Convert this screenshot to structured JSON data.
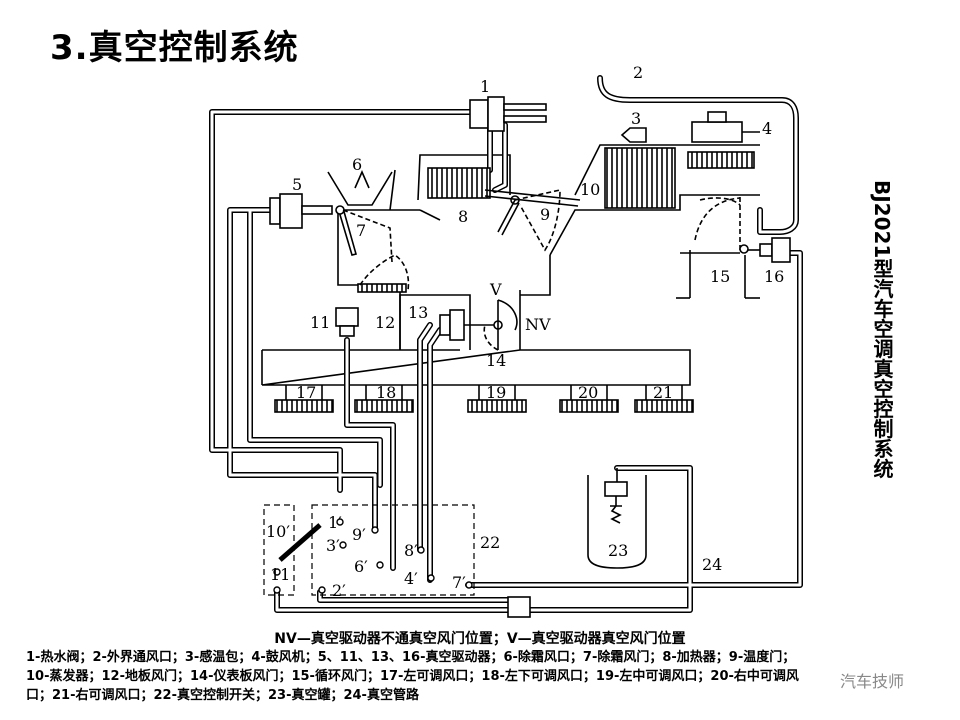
{
  "title": "3.真空控制系统",
  "side_label": "BJ2021型汽车空调真空控制系统",
  "caption_title": "NV—真空驱动器不通真空风门位置；V—真空驱动器真空风门位置",
  "legend_lines": [
    "1-热水阀；2-外界通风口；3-感温包；4-鼓风机；5、11、13、16-真空驱动器；6-除霜风口；7-除霜风门；8-加热器；9-温度门；",
    "10-蒸发器；12-地板风门；14-仪表板风门；15-循环风门；17-左可调风口；18-左下可调风口；19-左中可调风口；20-右中可调风",
    "口；21-右可调风口；22-真空控制开关；23-真空罐；24-真空管路"
  ],
  "watermark": "汽车技师",
  "labels": {
    "n1": "1",
    "n2": "2",
    "n3": "3",
    "n4": "4",
    "n5": "5",
    "n6": "6",
    "n7": "7",
    "n8": "8",
    "n9": "9",
    "n10": "10",
    "n11": "11",
    "n12": "12",
    "n13": "13",
    "n14": "14",
    "n15": "15",
    "n16": "16",
    "n17": "17",
    "n18": "18",
    "n19": "19",
    "n20": "20",
    "n21": "21",
    "n22": "22",
    "n23": "23",
    "n24": "24",
    "v": "V",
    "nv": "NV",
    "p1": "1′",
    "p2": "2′",
    "p3": "3′",
    "p4": "4′",
    "p6": "6′",
    "p7": "7′",
    "p8": "8′",
    "p9": "9′",
    "p10": "10′",
    "p11": "11"
  }
}
